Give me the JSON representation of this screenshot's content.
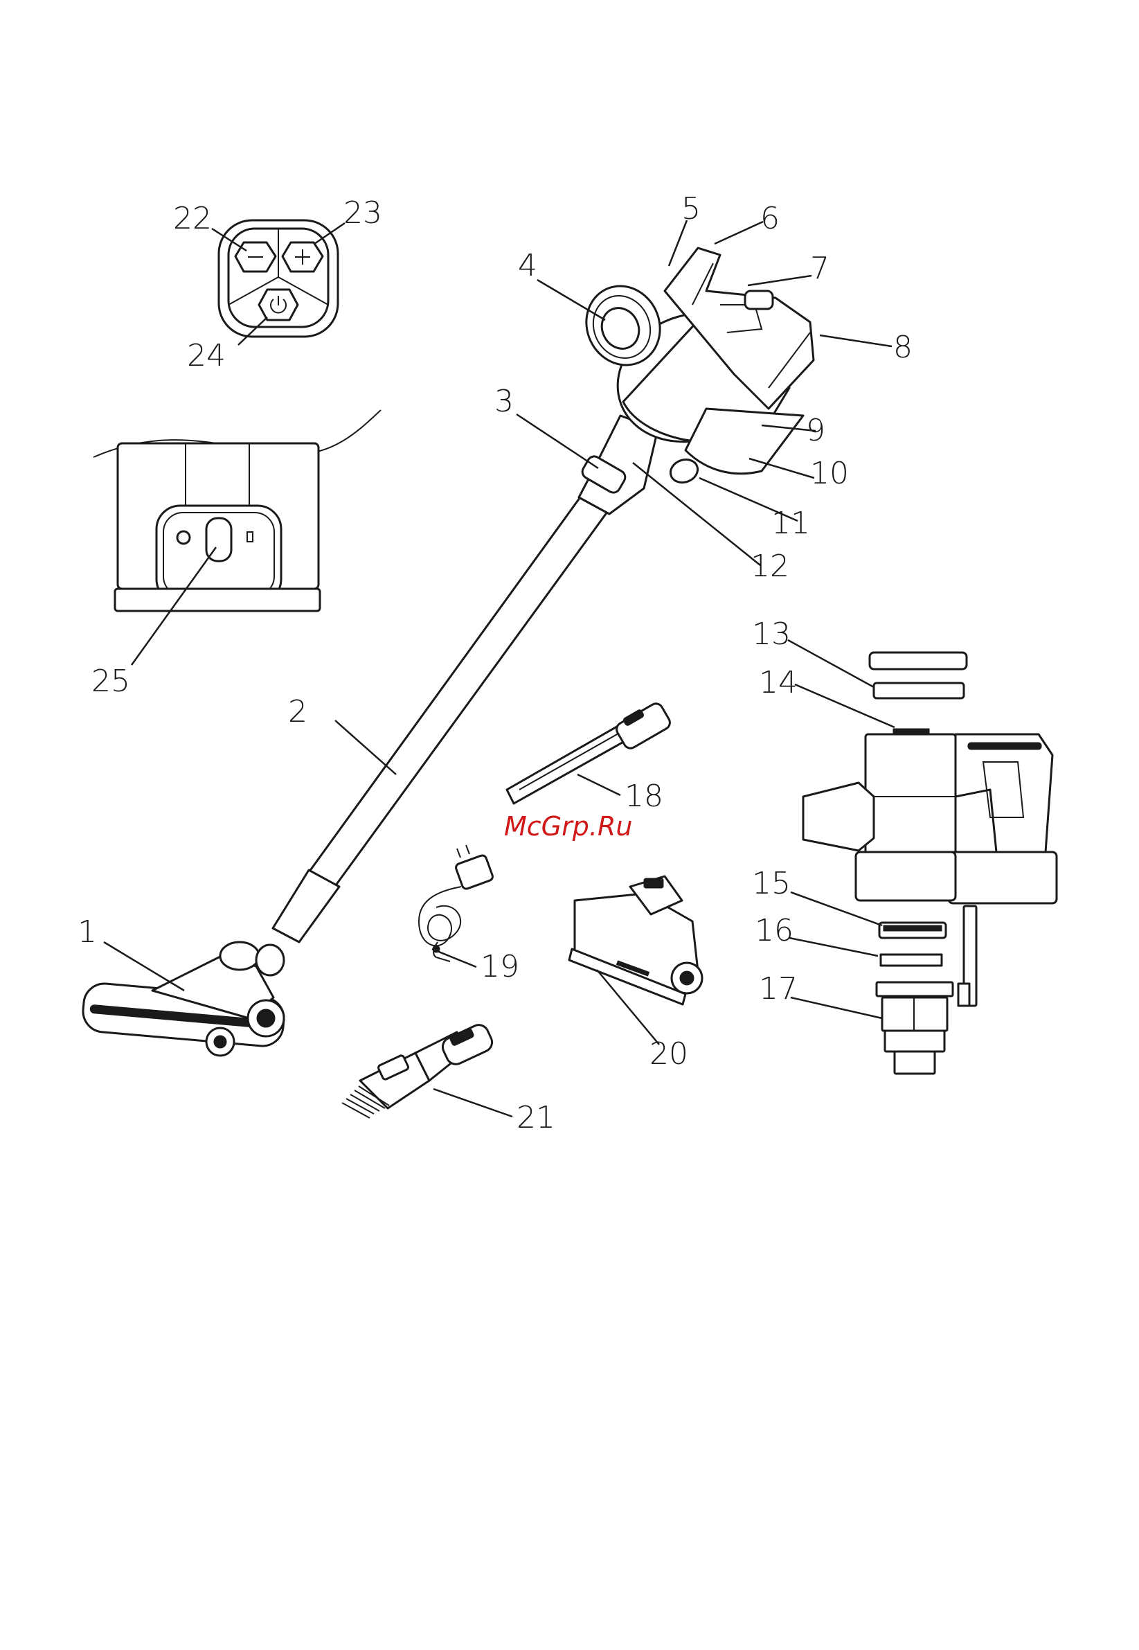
{
  "callouts": [
    "1",
    "2",
    "3",
    "4",
    "5",
    "6",
    "7",
    "8",
    "9",
    "10",
    "11",
    "12",
    "13",
    "14",
    "15",
    "16",
    "17",
    "18",
    "19",
    "20",
    "21",
    "22",
    "23",
    "24",
    "25"
  ],
  "watermark": "McGrp.Ru",
  "colors": {
    "line": "#1a1a1a",
    "watermark": "#d01818",
    "background": "#ffffff"
  },
  "icons": [
    "minus-icon",
    "plus-icon",
    "power-icon",
    "battery-icon"
  ]
}
